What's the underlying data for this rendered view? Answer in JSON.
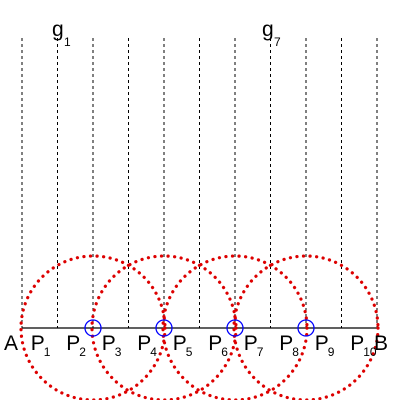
{
  "point_A": "A",
  "point_B": "B",
  "points": [
    {
      "base": "P",
      "sub": "1"
    },
    {
      "base": "P",
      "sub": "2"
    },
    {
      "base": "P",
      "sub": "3"
    },
    {
      "base": "P",
      "sub": "4"
    },
    {
      "base": "P",
      "sub": "5"
    },
    {
      "base": "P",
      "sub": "6"
    },
    {
      "base": "P",
      "sub": "7"
    },
    {
      "base": "P",
      "sub": "8"
    },
    {
      "base": "P",
      "sub": "9"
    },
    {
      "base": "P",
      "sub": "10"
    }
  ],
  "lines": [
    {
      "base": "g",
      "sub": "1"
    },
    {
      "base": "g",
      "sub": "7"
    }
  ],
  "colors": {
    "segment": "#000000",
    "guide_lines": "#000000",
    "circles": "#dd0000",
    "markers": "#0000ff"
  }
}
